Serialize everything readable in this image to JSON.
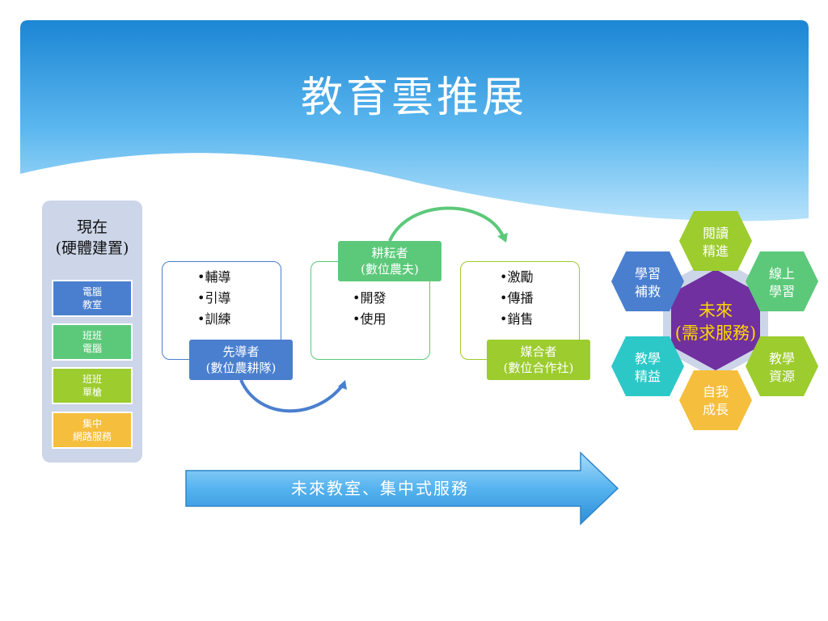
{
  "title": "教育雲推展",
  "current": {
    "line1": "現在",
    "line2": "(硬體建置)",
    "items": [
      {
        "l1": "電腦",
        "l2": "教室",
        "color": "#4a7fcf"
      },
      {
        "l1": "班班",
        "l2": "電腦",
        "color": "#5cc97a"
      },
      {
        "l1": "班班",
        "l2": "單槍",
        "color": "#9ccc2e"
      },
      {
        "l1": "集中",
        "l2": "網路服務",
        "color": "#f5be3c"
      }
    ]
  },
  "process": [
    {
      "bullets": [
        "•輔導",
        "•引導",
        "•訓練"
      ],
      "tag_l1": "先導者",
      "tag_l2": "(數位農耕隊)",
      "color": "#4a7fcf"
    },
    {
      "bullets": [
        "•開發",
        "•使用"
      ],
      "tag_l1": "耕耘者",
      "tag_l2": "(數位農夫)",
      "color": "#5cc97a"
    },
    {
      "bullets": [
        "•激勵",
        "•傳播",
        "•銷售"
      ],
      "tag_l1": "媒合者",
      "tag_l2": "(數位合作社)",
      "color": "#9ccc2e"
    }
  ],
  "band_label": "未來教室、集中式服務",
  "future": {
    "center_l1": "未來",
    "center_l2": "(需求服務)",
    "center_color": "#7030a0",
    "center_text_color": "#ffd700",
    "hexes": [
      {
        "l1": "閱讀",
        "l2": "精進",
        "color": "#9ccc2e"
      },
      {
        "l1": "線上",
        "l2": "學習",
        "color": "#5cc97a"
      },
      {
        "l1": "教學",
        "l2": "資源",
        "color": "#9ccc2e"
      },
      {
        "l1": "自我",
        "l2": "成長",
        "color": "#f5be3c"
      },
      {
        "l1": "教學",
        "l2": "精益",
        "color": "#2cc8c8"
      },
      {
        "l1": "學習",
        "l2": "補救",
        "color": "#4a7fcf"
      }
    ]
  }
}
